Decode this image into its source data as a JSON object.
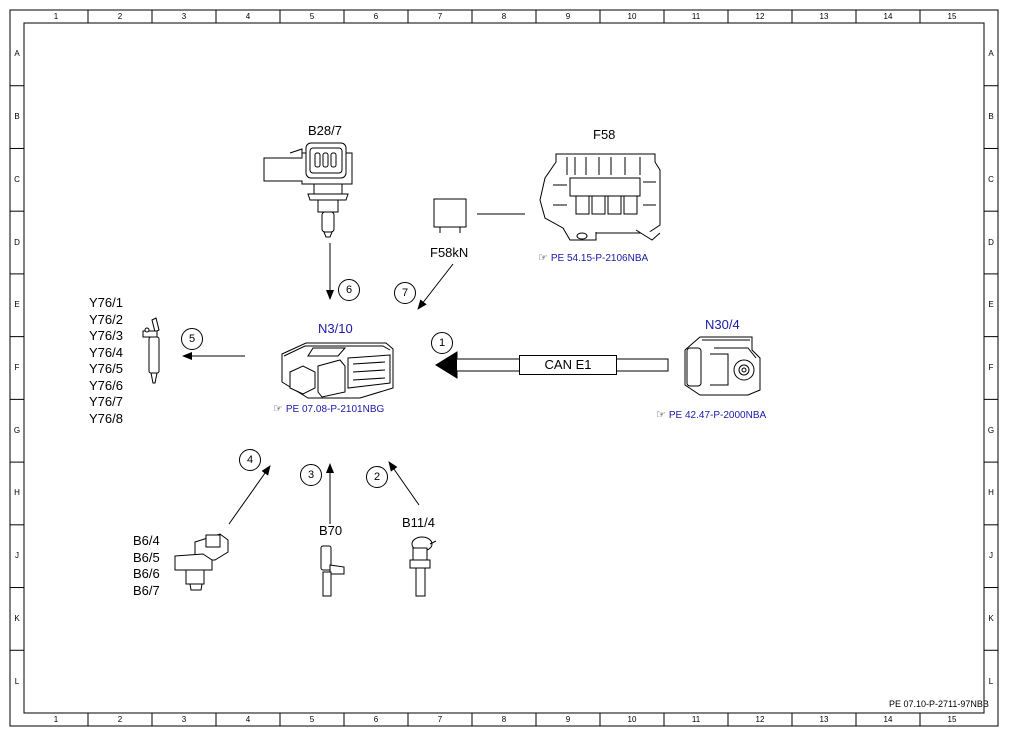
{
  "grid": {
    "columns": [
      "1",
      "2",
      "3",
      "4",
      "5",
      "6",
      "7",
      "8",
      "9",
      "10",
      "11",
      "12",
      "13",
      "14",
      "15"
    ],
    "rows": [
      "A",
      "B",
      "C",
      "D",
      "E",
      "F",
      "G",
      "H",
      "J",
      "K",
      "L"
    ]
  },
  "components": {
    "b28_7": "B28/7",
    "f58": "F58",
    "f58kn": "F58kN",
    "n3_10": "N3/10",
    "n30_4": "N30/4",
    "b70": "B70",
    "b11_4": "B11/4",
    "y76": [
      "Y76/1",
      "Y76/2",
      "Y76/3",
      "Y76/4",
      "Y76/5",
      "Y76/6",
      "Y76/7",
      "Y76/8"
    ],
    "b6": [
      "B6/4",
      "B6/5",
      "B6/6",
      "B6/7"
    ]
  },
  "refs": {
    "f58": "PE 54.15-P-2106NBA",
    "n3_10": "PE 07.08-P-2101NBG",
    "n30_4": "PE 42.47-P-2000NBA"
  },
  "can_label": "CAN E1",
  "signals": [
    "1",
    "2",
    "3",
    "4",
    "5",
    "6",
    "7"
  ],
  "doc_id": "PE 07.10-P-2711-97NBB",
  "icons": {
    "reference": "pointing-hand-icon"
  },
  "colors": {
    "reference_text": "#1a1aa8",
    "lines": "#000000"
  }
}
